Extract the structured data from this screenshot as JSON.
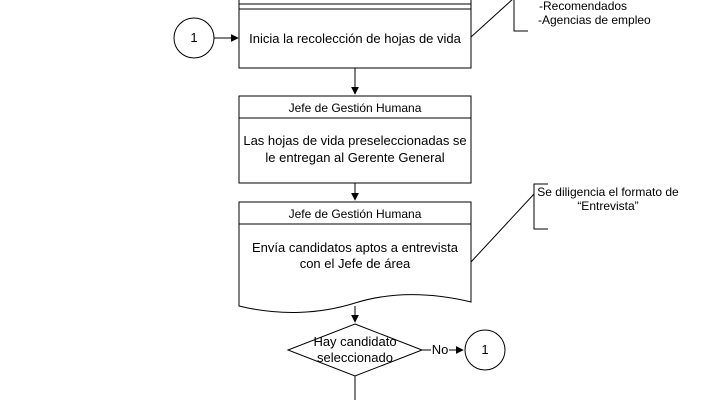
{
  "connector_top": {
    "label": "1"
  },
  "step1": {
    "text": "Inicia la recolección de hojas de vida"
  },
  "note_sources": {
    "lines": [
      "-Recomendados",
      "-Agencias de empleo"
    ]
  },
  "step2": {
    "role": "Jefe de Gestión Humana",
    "lines": [
      "Las hojas de vida preseleccionadas se",
      "le entregan al Gerente General"
    ]
  },
  "step3": {
    "role": "Jefe de Gestión Humana",
    "lines": [
      "Envía candidatos aptos a entrevista",
      "con el Jefe de área"
    ]
  },
  "note_form": {
    "lines": [
      "Se diligencia el formato de",
      "“Entrevista”"
    ]
  },
  "decision": {
    "lines": [
      "Hay candidato",
      "seleccionado"
    ],
    "no_label": "No"
  },
  "connector_right": {
    "label": "1"
  },
  "colors": {
    "stroke": "#000000",
    "background": "#ffffff"
  }
}
